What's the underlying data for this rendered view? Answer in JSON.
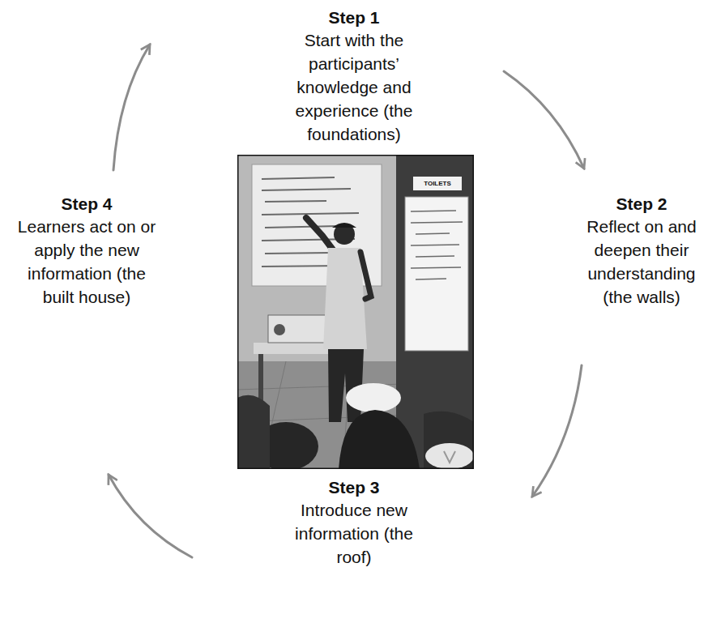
{
  "diagram": {
    "nodes": [
      {
        "text": [
          "Step 1",
          "Start with the participants’ knowledge and experience (the foundations)"
        ]
      },
      {
        "text": [
          "Step 2",
          "Reflect on and deepen their understanding (the walls)"
        ]
      },
      {
        "text": [
          "Step 3",
          "Introduce new information (the roof)"
        ]
      },
      {
        "text": [
          "Step 4",
          "Learners act on or apply the new information (the built house)"
        ]
      }
    ],
    "edges": [
      {
        "from": 0,
        "to": 1,
        "arrow": "to"
      },
      {
        "from": 1,
        "to": 2,
        "arrow": "to"
      },
      {
        "from": 2,
        "to": 3,
        "arrow": "to"
      },
      {
        "from": 3,
        "to": 0,
        "arrow": "to"
      }
    ],
    "labels": [
      "TOILETS"
    ]
  }
}
